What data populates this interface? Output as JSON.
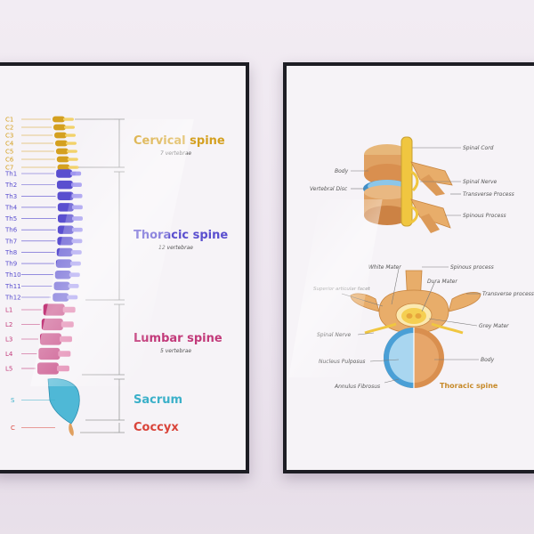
{
  "left_poster": {
    "vertebra_labels": {
      "cervical": [
        "C1",
        "C2",
        "C3",
        "C4",
        "C5",
        "C6",
        "C7"
      ],
      "thoracic": [
        "Th1",
        "Th2",
        "Th3",
        "Th4",
        "Th5",
        "Th6",
        "Th7",
        "Th8",
        "Th9",
        "Th10",
        "Th11",
        "Th12"
      ],
      "lumbar": [
        "L1",
        "L2",
        "L3",
        "L4",
        "L5"
      ],
      "sacrum": "S",
      "coccyx": "C"
    },
    "sections": {
      "cervical": {
        "title": "Cervical spine",
        "subtitle": "7 vertebrae",
        "color": "#d4a020"
      },
      "thoracic": {
        "title": "Thoracic spine",
        "subtitle": "12 vertebrae",
        "color": "#5a4fcf"
      },
      "lumbar": {
        "title": "Lumbar spine",
        "subtitle": "5 vertebrae",
        "color": "#c23a7a"
      },
      "sacrum": {
        "title": "Sacrum",
        "subtitle": "",
        "color": "#3bb0c9"
      },
      "coccyx": {
        "title": "Coccyx",
        "subtitle": "",
        "color": "#d9443a"
      }
    }
  },
  "right_poster": {
    "top_labels": {
      "spinal_cord": "Spinal Cord",
      "body": "Body",
      "spinal_nerve": "Spinal Nerve",
      "vertebral_disc": "Vertebral Disc",
      "transverse_process": "Transverse Process",
      "spinous_process": "Spinous Process"
    },
    "bottom_labels": {
      "white_mater": "White Mater",
      "spinous_process": "Spinous process",
      "dura_mater": "Dura Mater",
      "superior_articular_facet": "Superior articular facet",
      "transverse_process": "Transverse process",
      "grey_mater": "Grey Mater",
      "spinal_nerve": "Spinal Nerve",
      "nucleus_pulposus": "Nucleus Pulposus",
      "body": "Body",
      "annulus_fibrosus": "Annulus Fibrosus",
      "caption": "Thoracic spine"
    }
  }
}
